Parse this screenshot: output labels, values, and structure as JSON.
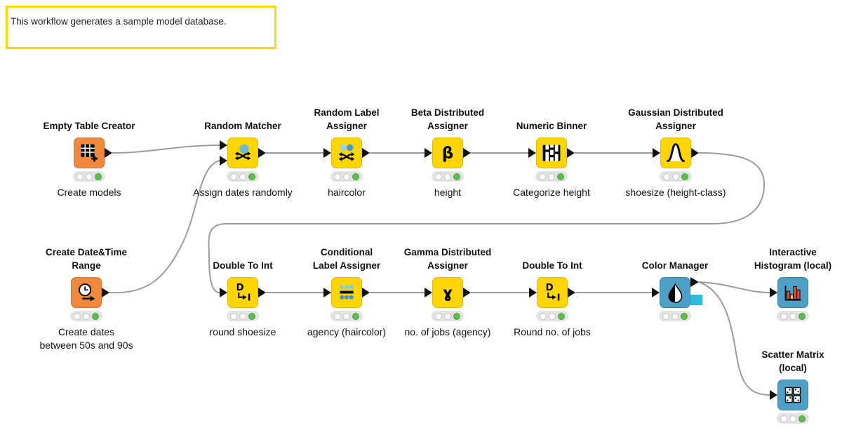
{
  "annotation": {
    "text": "This workflow generates a sample model database."
  },
  "colors": {
    "node_yellow": "#FFD504",
    "node_orange": "#F1893D",
    "node_teal": "#4FA0C6",
    "annotation_border": "#FFD800",
    "wire_gray": "#9B9B9B",
    "status_green": "#5DBE4B",
    "model_port_cyan": "#2FBBD8",
    "histogram_bar_red": "#D8503F",
    "histogram_bar_yellow": "#F2C73E"
  },
  "nodes": [
    {
      "id": "empty-table-creator",
      "title": "Empty Table Creator",
      "label": "Create models",
      "kind": "source",
      "status": "executed",
      "icon": "table-plus-icon"
    },
    {
      "id": "random-matcher",
      "title": "Random Matcher",
      "label": "Assign dates randomly",
      "kind": "manipulator",
      "status": "executed",
      "icon": "shuffle-ball-icon"
    },
    {
      "id": "random-label-assigner",
      "title": "Random Label\nAssigner",
      "label": "haircolor",
      "kind": "manipulator",
      "status": "executed",
      "icon": "shuffle-two-balls-icon"
    },
    {
      "id": "beta-distributed-assigner",
      "title": "Beta Distributed\nAssigner",
      "label": "height",
      "kind": "manipulator",
      "status": "executed",
      "icon": "beta-icon"
    },
    {
      "id": "numeric-binner",
      "title": "Numeric Binner",
      "label": "Categorize height",
      "kind": "manipulator",
      "status": "executed",
      "icon": "binning-icon"
    },
    {
      "id": "gaussian-distributed-assigner",
      "title": "Gaussian Distributed\nAssigner",
      "label": "shoesize (height-class)",
      "kind": "manipulator",
      "status": "executed",
      "icon": "bell-curve-icon"
    },
    {
      "id": "create-datetime-range",
      "title": "Create Date&Time\nRange",
      "label": "Create dates\nbetween 50s and 90s",
      "kind": "source",
      "status": "executed",
      "icon": "clock-arrow-icon"
    },
    {
      "id": "double-to-int-1",
      "title": "Double To Int",
      "label": "round shoesize",
      "kind": "manipulator",
      "status": "executed",
      "icon": "double-to-int-icon"
    },
    {
      "id": "conditional-label-assigner",
      "title": "Conditional\nLabel Assigner",
      "label": "agency (haircolor)",
      "kind": "manipulator",
      "status": "executed",
      "icon": "dots-rule-icon"
    },
    {
      "id": "gamma-distributed-assigner",
      "title": "Gamma Distributed\nAssigner",
      "label": "no. of jobs (agency)",
      "kind": "manipulator",
      "status": "executed",
      "icon": "gamma-icon"
    },
    {
      "id": "double-to-int-2",
      "title": "Double To Int",
      "label": "Round no. of jobs",
      "kind": "manipulator",
      "status": "executed",
      "icon": "double-to-int-icon"
    },
    {
      "id": "color-manager",
      "title": "Color Manager",
      "label": "",
      "kind": "visualizer",
      "status": "executed",
      "icon": "droplet-icon"
    },
    {
      "id": "interactive-histogram",
      "title": "Interactive\nHistogram (local)",
      "label": "",
      "kind": "visualizer",
      "status": "executed",
      "icon": "histogram-icon"
    },
    {
      "id": "scatter-matrix",
      "title": "Scatter Matrix\n(local)",
      "label": "",
      "kind": "visualizer",
      "status": "executed",
      "icon": "scatter-matrix-icon"
    }
  ]
}
